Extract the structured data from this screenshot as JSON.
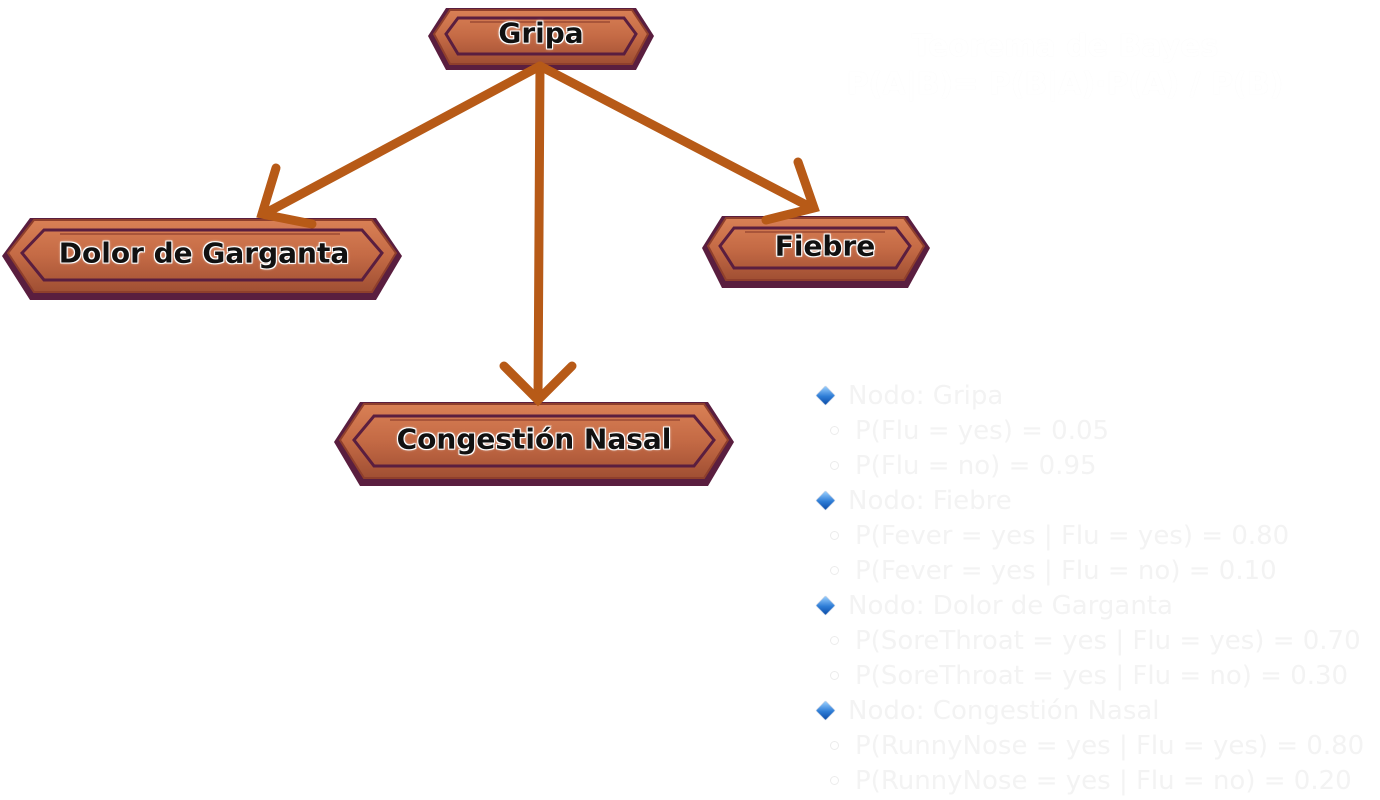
{
  "title": {
    "line1": "Teorema de Bayes",
    "line2": "P(A|B)= P(B|A)·P(A) / P(B)"
  },
  "nodes": {
    "gripa": "Gripa",
    "dolor": "Dolor de Garganta",
    "fiebre": "Fiebre",
    "congestion": "Congestión Nasal"
  },
  "colors": {
    "arrow": "#b75a17",
    "wood_light": "#c46a45",
    "wood_dark": "#8f3f2c",
    "wood_outline": "#5a1e3f",
    "bullet_accent": "#2d7cd6",
    "list_text": "#f3f3f3"
  },
  "icons": {
    "group_bullet": "blue-diamond-icon",
    "item_bullet": "hollow-circle-icon"
  },
  "probabilities": [
    {
      "node": "Nodo: Gripa",
      "items": [
        "P(Flu = yes) = 0.05",
        "P(Flu = no) = 0.95"
      ]
    },
    {
      "node": "Nodo: Fiebre",
      "items": [
        "P(Fever = yes | Flu = yes) = 0.80",
        "P(Fever = yes | Flu = no) = 0.10"
      ]
    },
    {
      "node": "Nodo: Dolor de Garganta",
      "items": [
        "P(SoreThroat = yes | Flu = yes) = 0.70",
        "P(SoreThroat = yes | Flu = no) = 0.30"
      ]
    },
    {
      "node": "Nodo: Congestión Nasal",
      "items": [
        "P(RunnyNose = yes | Flu = yes) = 0.80",
        "P(RunnyNose = yes | Flu = no) = 0.20"
      ]
    }
  ]
}
